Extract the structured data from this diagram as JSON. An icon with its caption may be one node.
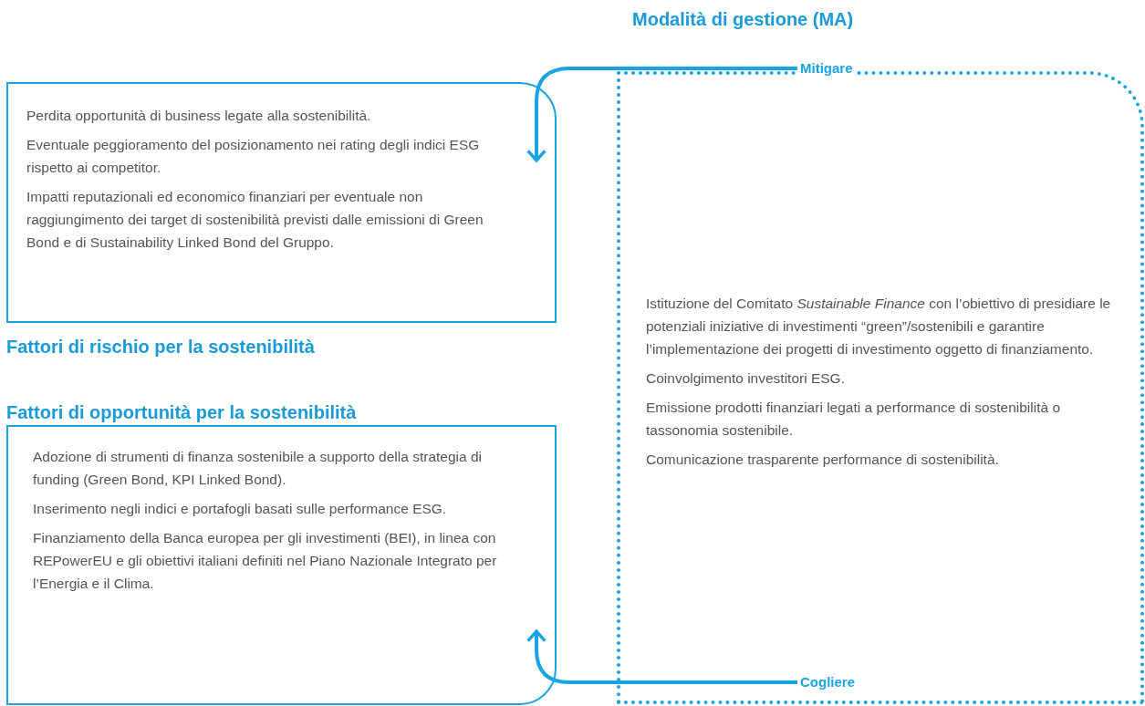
{
  "diagram": {
    "nodes": [
      {
        "text": [
          "Perdita opportunità di business legate alla sostenibilità.",
          "Eventuale peggioramento del posizionamento nei rating degli indici ESG rispetto ai competitor.",
          "Impatti reputazionali ed economico finanziari per eventuale non raggiungimento dei target di sostenibilità previsti dalle emissioni di Green Bond e di Sustainability Linked Bond del Gruppo.",
          "Fattori di rischio per la sostenibilità"
        ]
      },
      {
        "text": [
          "Fattori di opportunità per la sostenibilità",
          "Adozione di strumenti di finanza sostenibile a supporto della strategia di funding (Green Bond, KPI Linked Bond).",
          "Inserimento negli indici e portafogli basati sulle performance ESG.",
          "Finanziamento della Banca europea per gli investimenti (BEI), in linea con REPowerEU e gli obiettivi italiani definiti nel Piano Nazionale Integrato per l’Energia e il Clima."
        ]
      },
      {
        "text": [
          "Modalità di gestione (MA)",
          "Istituzione del Comitato *Sustainable Finance* con l’obiettivo di presidiare le potenziali iniziative di investimenti “green”/sostenibili e garantire l’implementazione dei progetti di investimento oggetto di finanziamento.",
          "Coinvolgimento investitori ESG.",
          "Emissione prodotti finanziari legati a performance di sostenibilità o tassonomia sostenibile.",
          "Comunicazione trasparente performance di sostenibilità."
        ]
      }
    ],
    "edges": [
      {
        "from": 2,
        "to": 0,
        "arrow": "to",
        "label": "Mitigare"
      },
      {
        "from": 2,
        "to": 1,
        "arrow": "to",
        "label": "Cogliere"
      }
    ]
  }
}
